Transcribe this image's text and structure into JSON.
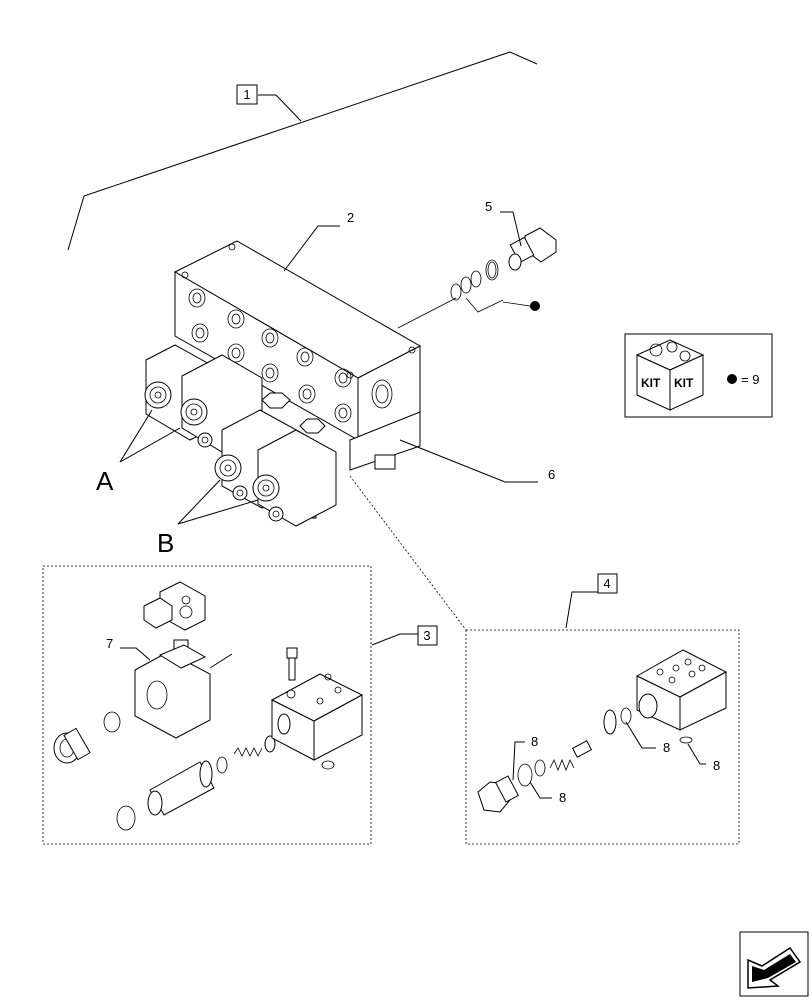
{
  "callouts": {
    "c1": "1",
    "c2": "2",
    "c3": "3",
    "c4": "4",
    "c5": "5",
    "c6": "6",
    "c7": "7",
    "c8a": "8",
    "c8b": "8",
    "c8c": "8",
    "c8d": "8"
  },
  "views": {
    "a": "A",
    "b": "B"
  },
  "kit": {
    "label_left": "KIT",
    "label_right": "KIT",
    "legend": "= 9"
  },
  "colors": {
    "line": "#000000",
    "background": "#ffffff"
  },
  "icons": [
    "kit-icon",
    "next-page-arrow-icon",
    "bullet-icon"
  ]
}
